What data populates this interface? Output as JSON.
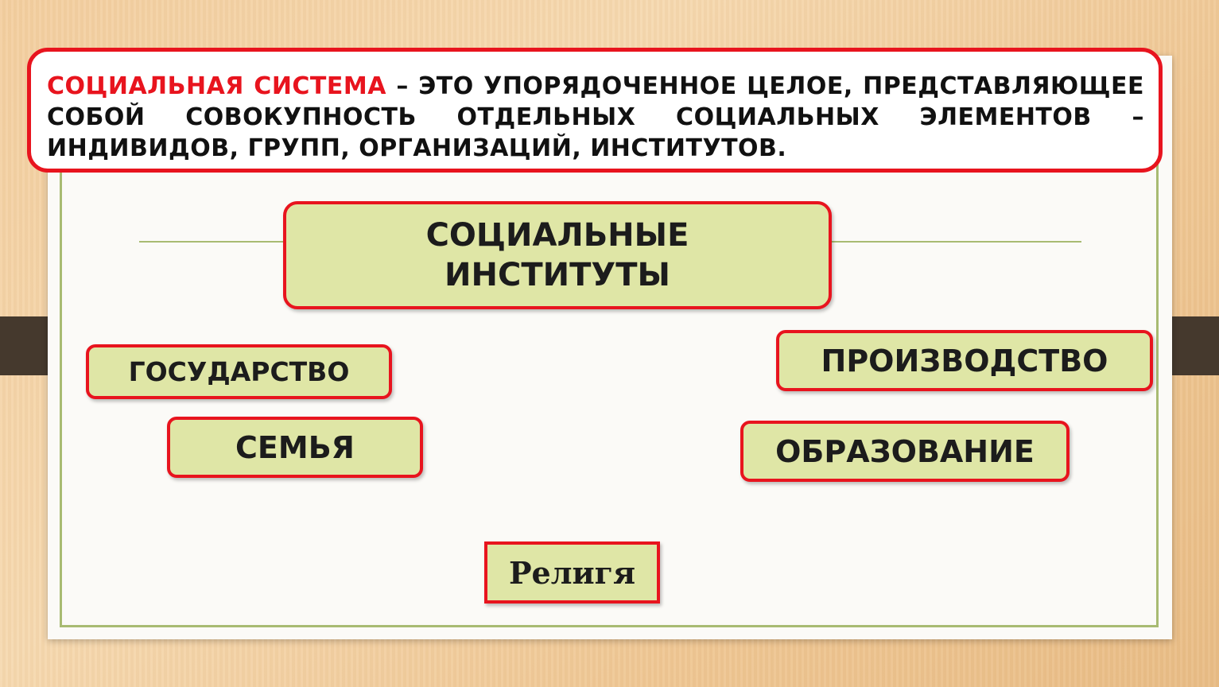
{
  "definition": {
    "term": "СОЦИАЛЬНАЯ СИСТЕМА",
    "text": " – ЭТО УПОРЯДОЧЕННОЕ ЦЕЛОЕ, ПРЕДСТАВЛЯЮЩЕЕ СОБОЙ СОВОКУПНОСТЬ ОТДЕЛЬНЫХ СОЦИАЛЬНЫХ ЭЛЕМЕНТОВ – ИНДИВИДОВ, ГРУПП, ОРГАНИЗАЦИЙ, ИНСТИТУТОВ."
  },
  "center": {
    "line1": "СОЦИАЛЬНЫЕ",
    "line2": "ИНСТИТУТЫ"
  },
  "institutions": {
    "gosudarstvo": "ГОСУДАРСТВО",
    "semya": "СЕМЬЯ",
    "proizvodstvo": "ПРОИЗВОДСТВО",
    "obrazovanie": "ОБРАЗОВАНИЕ",
    "religiya": "Религя"
  },
  "colors": {
    "accent_red": "#e8141e",
    "box_fill": "#dfe6a6",
    "frame_green": "#a8bb72"
  }
}
